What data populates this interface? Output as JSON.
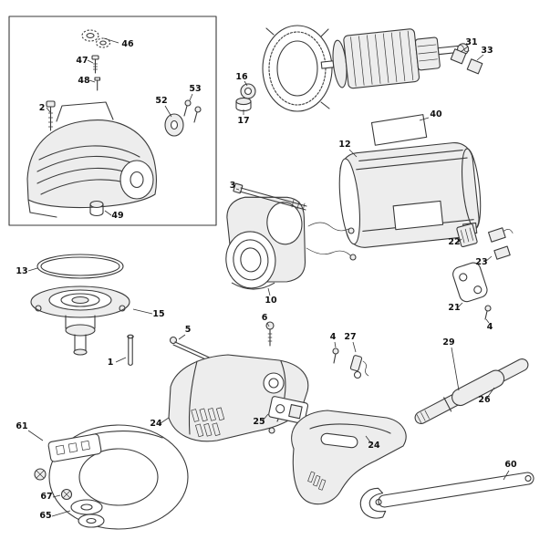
{
  "diagram": {
    "background_color": "#ffffff",
    "line_color": "#3a3a3a",
    "label_color": "#101010",
    "callouts": [
      {
        "label": "46"
      },
      {
        "label": "47"
      },
      {
        "label": "48"
      },
      {
        "label": "2"
      },
      {
        "label": "52"
      },
      {
        "label": "53"
      },
      {
        "label": "16"
      },
      {
        "label": "17"
      },
      {
        "label": "31"
      },
      {
        "label": "33"
      },
      {
        "label": "40"
      },
      {
        "label": "12"
      },
      {
        "label": "3"
      },
      {
        "label": "22"
      },
      {
        "label": "23"
      },
      {
        "label": "13"
      },
      {
        "label": "10"
      },
      {
        "label": "21"
      },
      {
        "label": "4"
      },
      {
        "label": "15"
      },
      {
        "label": "6"
      },
      {
        "label": "5"
      },
      {
        "label": "1"
      },
      {
        "label": "4"
      },
      {
        "label": "27"
      },
      {
        "label": "29"
      },
      {
        "label": "26"
      },
      {
        "label": "24"
      },
      {
        "label": "25"
      },
      {
        "label": "24"
      },
      {
        "label": "61"
      },
      {
        "label": "67"
      },
      {
        "label": "65"
      },
      {
        "label": "60"
      },
      {
        "label": "49"
      }
    ]
  }
}
